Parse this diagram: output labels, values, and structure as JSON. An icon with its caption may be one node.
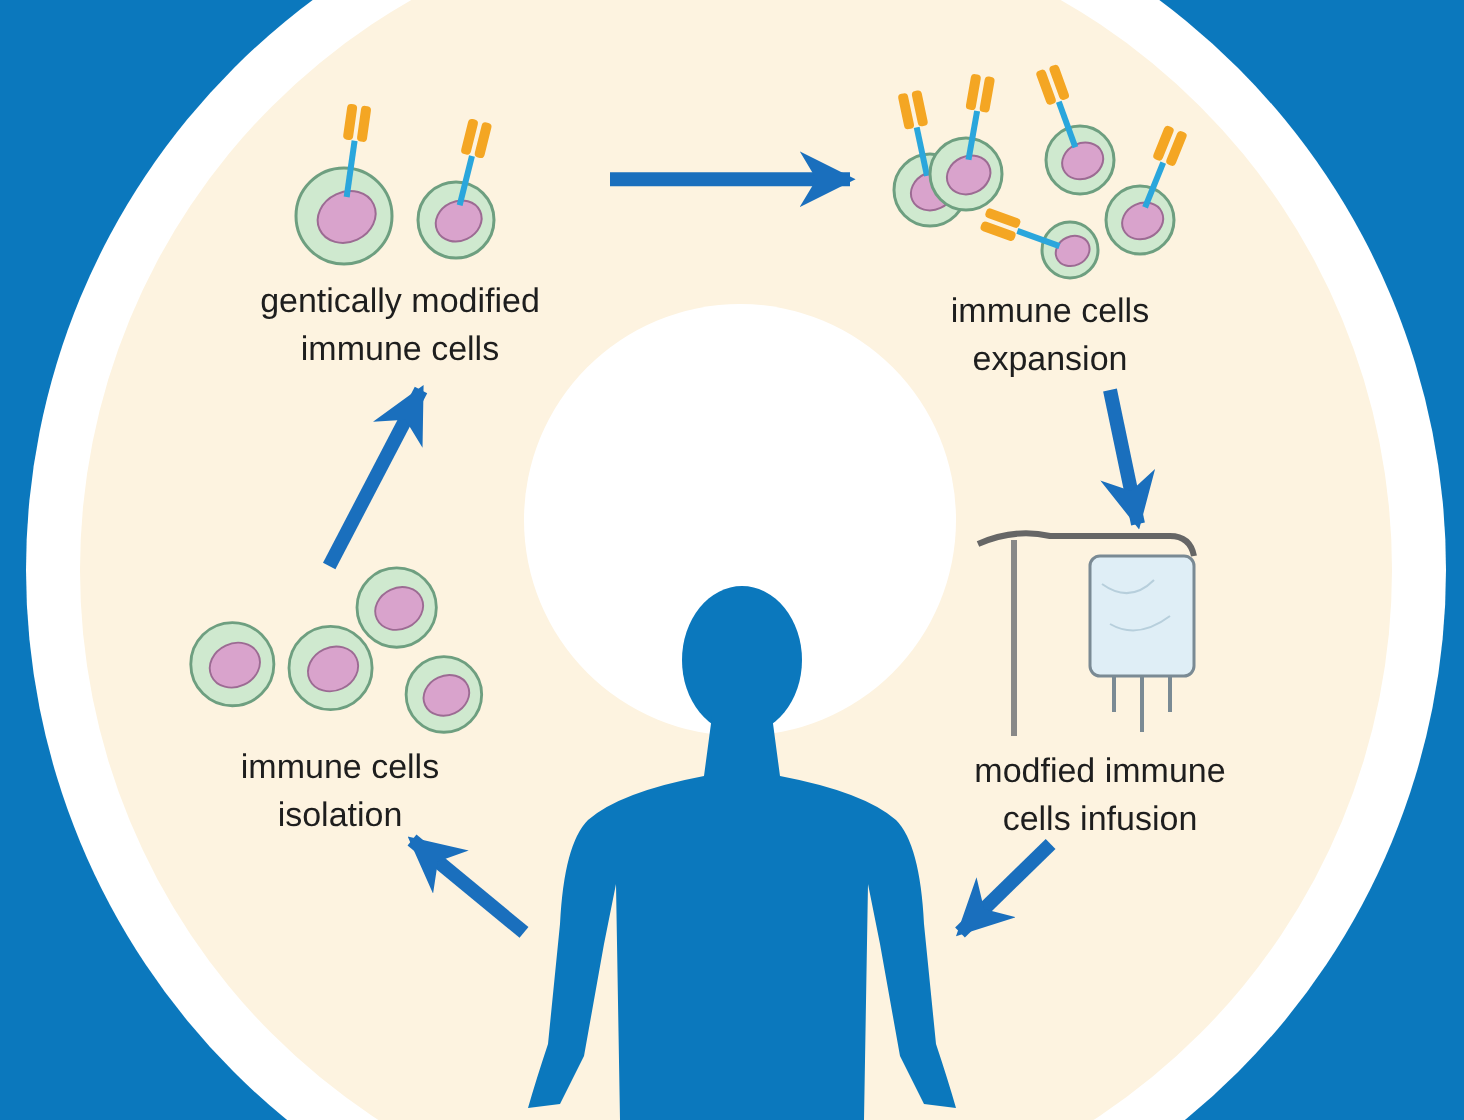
{
  "diagram": {
    "nodes": [
      {
        "text": [
          "gentically modified immune cells"
        ]
      },
      {
        "text": [
          "immune cells expansion"
        ]
      },
      {
        "text": [
          "modfied immune cells infusion"
        ]
      },
      {
        "text": [
          "immune cells isolation"
        ]
      },
      {
        "text": [],
        "shape": "person"
      }
    ],
    "edges": [
      {
        "from": 0,
        "to": 1,
        "arrow": "to"
      },
      {
        "from": 1,
        "to": 2,
        "arrow": "to"
      },
      {
        "from": 2,
        "to": 4,
        "arrow": "to"
      },
      {
        "from": 4,
        "to": 3,
        "arrow": "to"
      },
      {
        "from": 3,
        "to": 0,
        "arrow": "to"
      }
    ]
  }
}
